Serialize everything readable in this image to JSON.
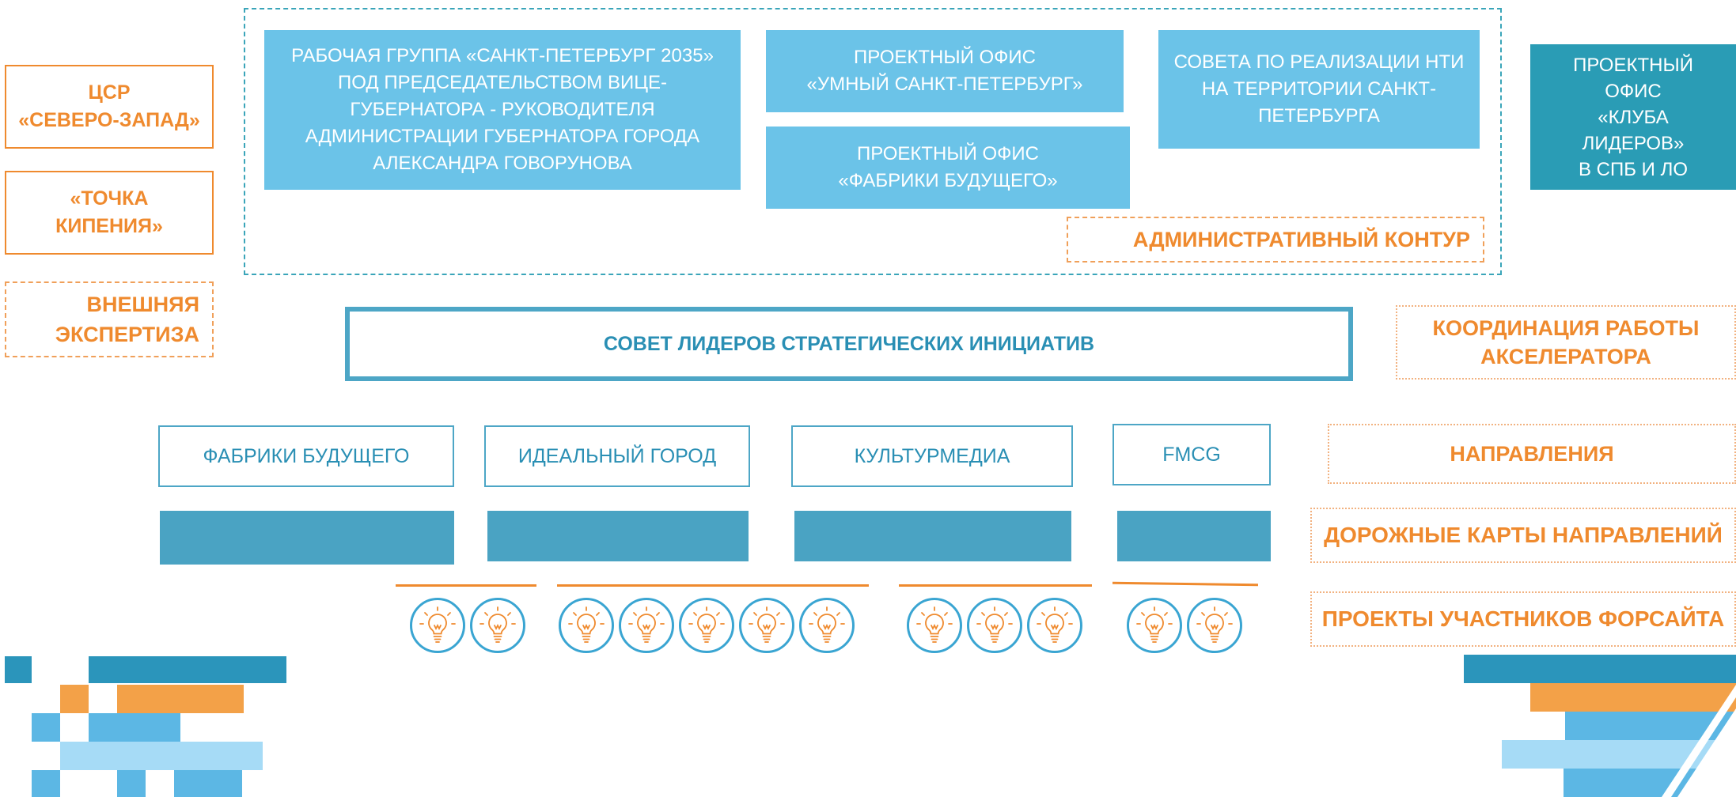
{
  "left_labels": {
    "csr": "ЦСР\n«СЕВЕРО-ЗАПАД»",
    "tochka": "«ТОЧКА\nКИПЕНИЯ»",
    "external": "ВНЕШНЯЯ\nЭКСПЕРТИЗА"
  },
  "admin_contour": {
    "working_group": "РАБОЧАЯ ГРУППА «САНКТ-ПЕТЕРБУРГ 2035» ПОД ПРЕДСЕДАТЕЛЬСТВОМ ВИЦЕ-ГУБЕРНАТОРА - РУКОВОДИТЕЛЯ АДМИНИСТРАЦИИ ГУБЕРНАТОРА ГОРОДА АЛЕКСАНДРА ГОВОРУНОВА",
    "smart_spb": "ПРОЕКТНЫЙ ОФИС\n«УМНЫЙ САНКТ-ПЕТЕРБУРГ»",
    "factories_office": "ПРОЕКТНЫЙ ОФИС\n«ФАБРИКИ БУДУЩЕГО»",
    "nti_council": "СОВЕТА ПО РЕАЛИЗАЦИИ НТИ НА ТЕРРИТОРИИ САНКТ-ПЕТЕРБУРГА",
    "label": "АДМИНИСТРАТИВНЫЙ КОНТУР"
  },
  "leaders_club": "ПРОЕКТНЫЙ\nОФИС\n«КЛУБА\nЛИДЕРОВ»\nВ СПБ И ЛО",
  "council": "СОВЕТ ЛИДЕРОВ СТРАТЕГИЧЕСКИХ ИНИЦИАТИВ",
  "right_labels": {
    "coordination": "КООРДИНАЦИЯ РАБОТЫ\nАКСЕЛЕРАТОРА",
    "directions": "НАПРАВЛЕНИЯ",
    "roadmaps": "ДОРОЖНЫЕ КАРТЫ НАПРАВЛЕНИЙ",
    "projects": "ПРОЕКТЫ УЧАСТНИКОВ ФОРСАЙТА"
  },
  "directions": [
    "ФАБРИКИ БУДУЩЕГО",
    "ИДЕАЛЬНЫЙ ГОРОД",
    "КУЛЬТУРМЕДИА",
    "FMCG"
  ],
  "project_counts": [
    2,
    5,
    3,
    2
  ],
  "icons": {
    "project": "lightbulb-icon"
  },
  "colors": {
    "light_blue": "#6bc3e8",
    "teal": "#2a9cb5",
    "orange": "#ef8a2e",
    "bar_blue": "#4aa3c3"
  }
}
